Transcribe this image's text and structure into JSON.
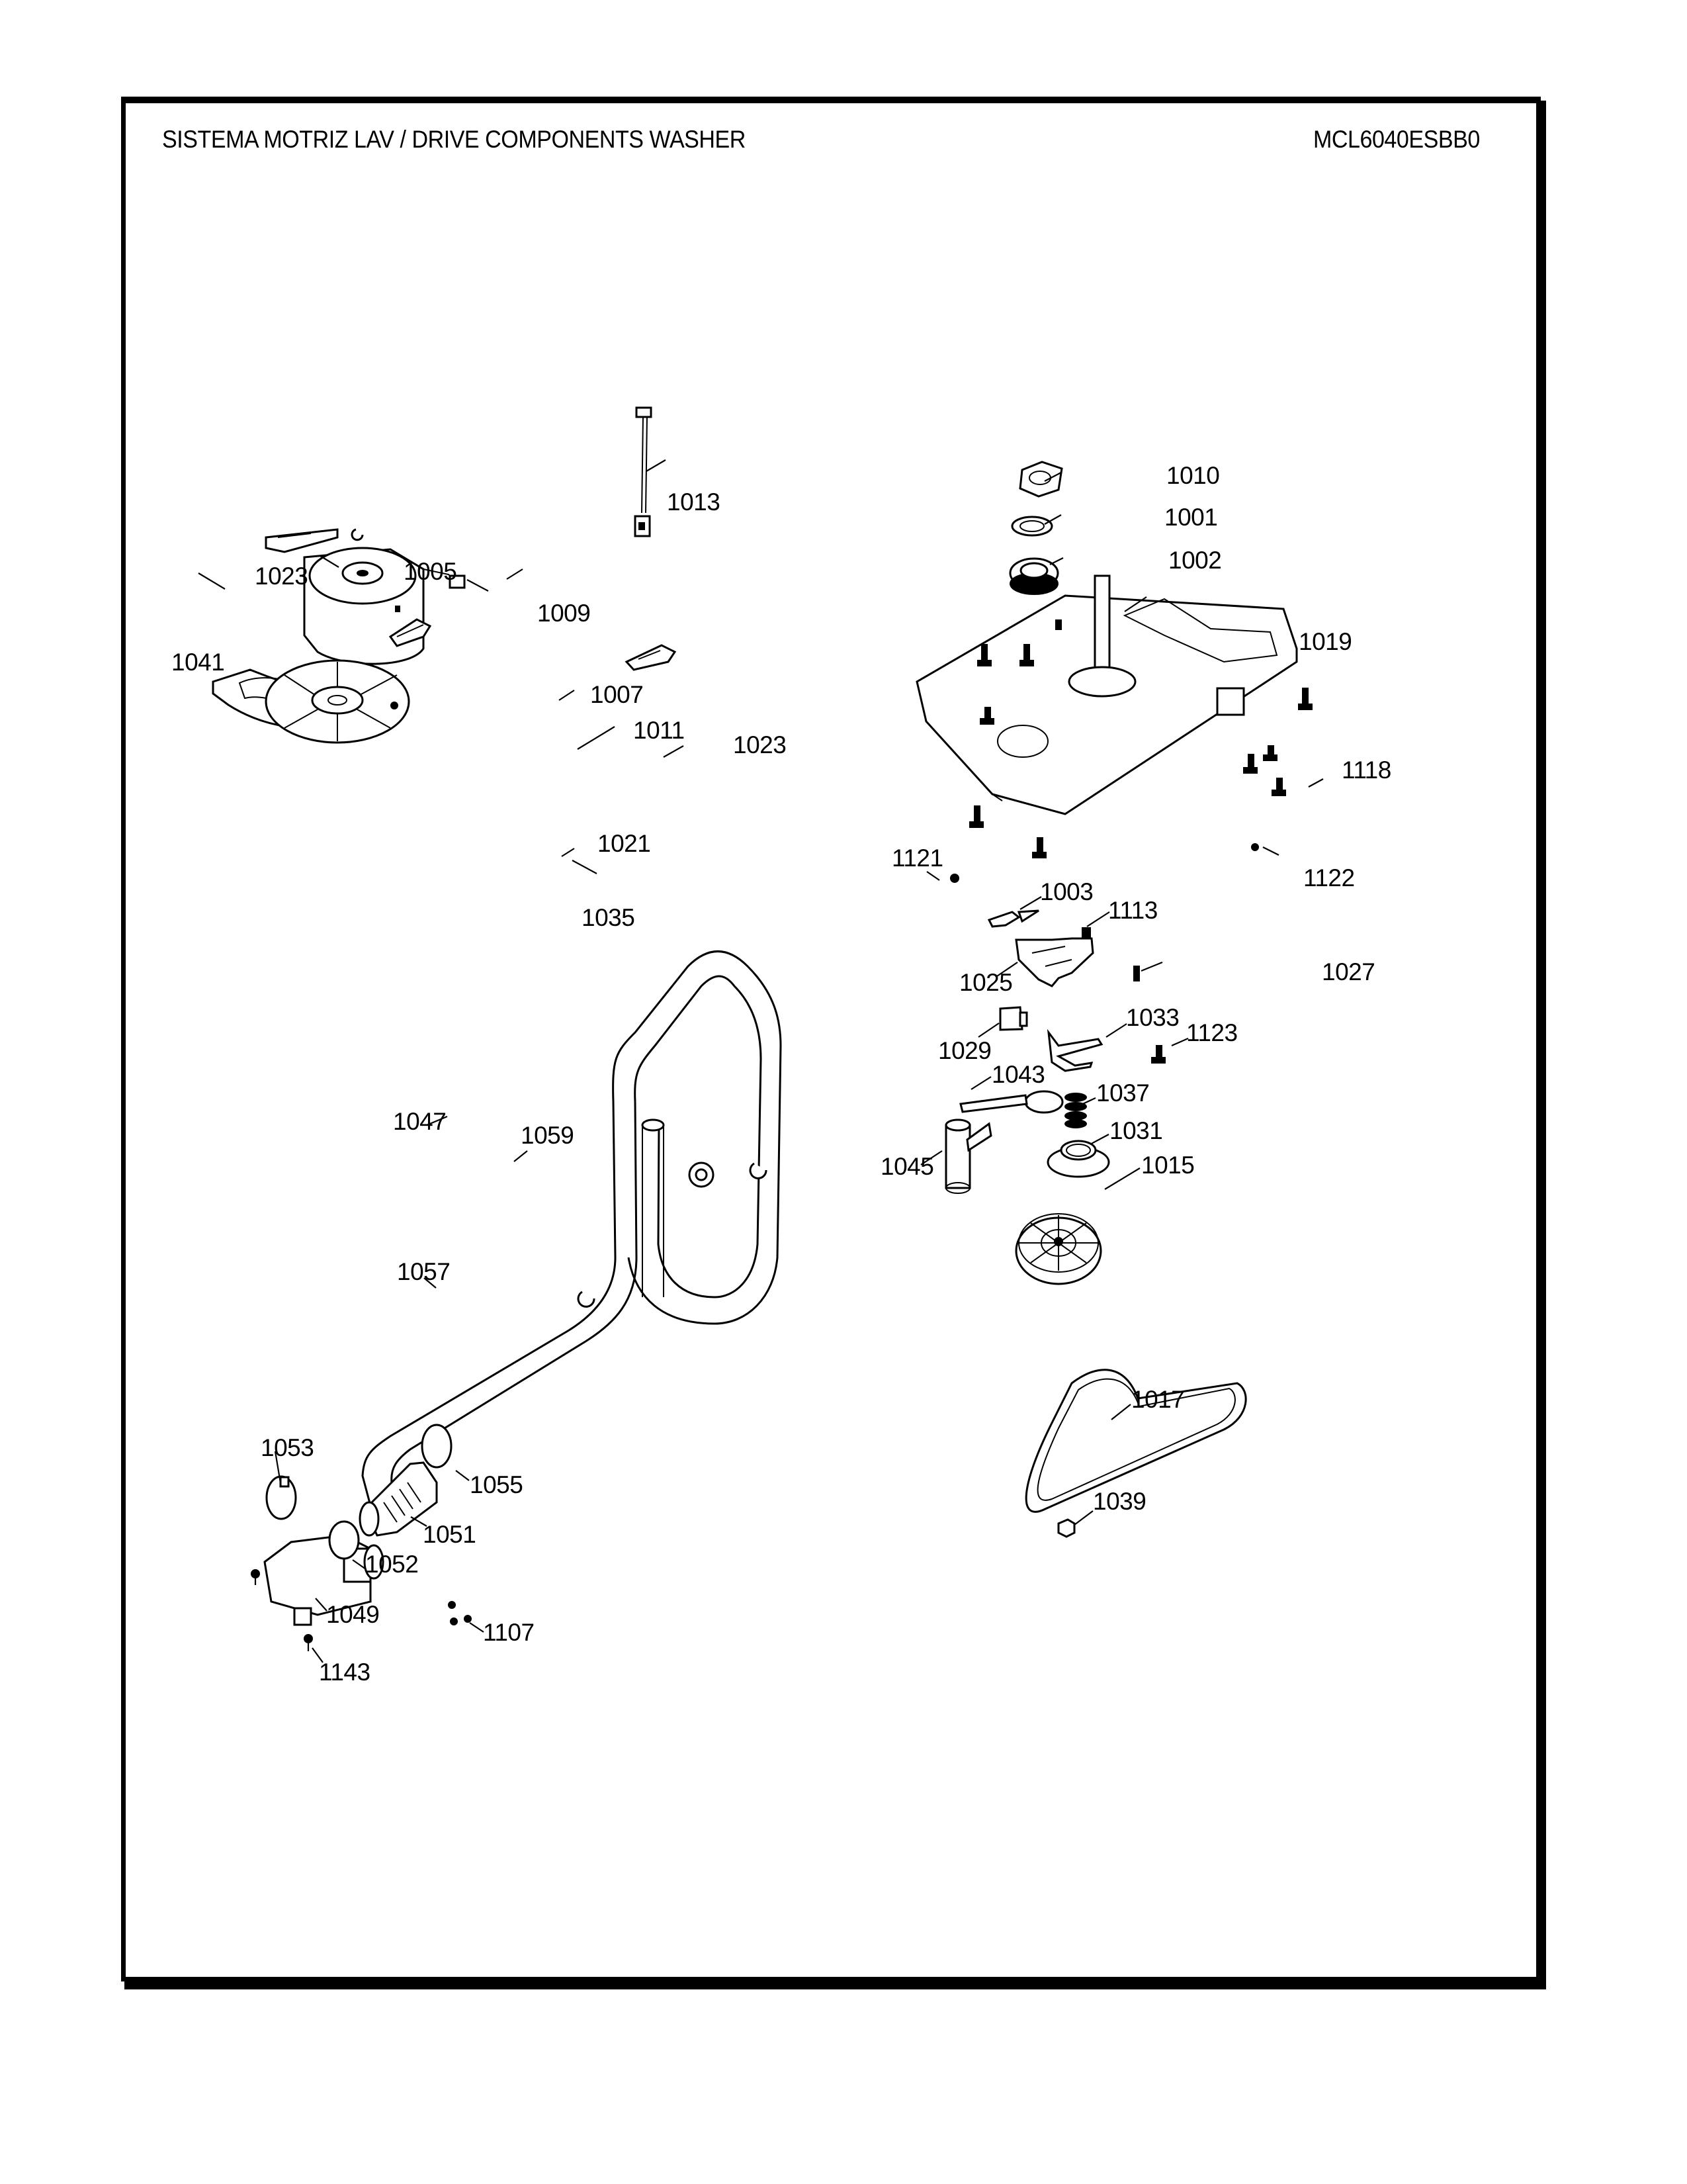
{
  "header": {
    "title": "SISTEMA MOTRIZ LAV / DRIVE COMPONENTS WASHER",
    "model": "MCL6040ESBB0"
  },
  "parts": [
    {
      "id": "1001",
      "icon": "washer-ring-icon"
    },
    {
      "id": "1002",
      "icon": "bearing-seal-icon"
    },
    {
      "id": "1003",
      "icon": "bracket-clip-icon"
    },
    {
      "id": "1005",
      "icon": "wire-clip-icon"
    },
    {
      "id": "1007",
      "icon": "small-clip-icon"
    },
    {
      "id": "1009",
      "icon": "motor-icon"
    },
    {
      "id": "1010",
      "icon": "hex-nut-icon"
    },
    {
      "id": "1011",
      "icon": "motor-bracket-icon"
    },
    {
      "id": "1013",
      "icon": "sensor-harness-icon"
    },
    {
      "id": "1015",
      "icon": "pulley-icon"
    },
    {
      "id": "1017",
      "icon": "drive-belt-icon"
    },
    {
      "id": "1019",
      "icon": "mounting-plate-icon"
    },
    {
      "id": "1021",
      "icon": "small-nut-icon"
    },
    {
      "id": "1023",
      "icon": "pad-icon"
    },
    {
      "id": "1025",
      "icon": "shifter-assembly-icon"
    },
    {
      "id": "1027",
      "icon": "spring-icon"
    },
    {
      "id": "1029",
      "icon": "actuator-icon"
    },
    {
      "id": "1031",
      "icon": "coupling-gear-icon"
    },
    {
      "id": "1033",
      "icon": "shift-fork-icon"
    },
    {
      "id": "1035",
      "icon": "fan-icon"
    },
    {
      "id": "1037",
      "icon": "coil-spring-icon"
    },
    {
      "id": "1039",
      "icon": "pulley-nut-icon"
    },
    {
      "id": "1041",
      "icon": "counterweight-icon"
    },
    {
      "id": "1043",
      "icon": "strap-clamp-icon"
    },
    {
      "id": "1045",
      "icon": "capacitor-icon"
    },
    {
      "id": "1047",
      "icon": "drain-hose-icon"
    },
    {
      "id": "1049",
      "icon": "drain-pump-icon"
    },
    {
      "id": "1051",
      "icon": "bellows-hose-icon"
    },
    {
      "id": "1052",
      "icon": "hose-clamp-icon"
    },
    {
      "id": "1053",
      "icon": "hose-clamp-icon"
    },
    {
      "id": "1055",
      "icon": "hose-clamp-icon"
    },
    {
      "id": "1057",
      "icon": "hose-clip-icon"
    },
    {
      "id": "1059",
      "icon": "hose-retainer-icon"
    },
    {
      "id": "1107",
      "icon": "screw-icon"
    },
    {
      "id": "1113",
      "icon": "screw-icon"
    },
    {
      "id": "1118",
      "icon": "screw-icon"
    },
    {
      "id": "1121",
      "icon": "screw-icon"
    },
    {
      "id": "1122",
      "icon": "screw-icon"
    },
    {
      "id": "1123",
      "icon": "screw-icon"
    },
    {
      "id": "1143",
      "icon": "screw-icon"
    }
  ],
  "callouts": [
    {
      "label": "1013"
    },
    {
      "label": "1023"
    },
    {
      "label": "1005"
    },
    {
      "label": "1009"
    },
    {
      "label": "1041"
    },
    {
      "label": "1007"
    },
    {
      "label": "1011"
    },
    {
      "label": "1023"
    },
    {
      "label": "1021"
    },
    {
      "label": "1035"
    },
    {
      "label": "1010"
    },
    {
      "label": "1001"
    },
    {
      "label": "1002"
    },
    {
      "label": "1019"
    },
    {
      "label": "1118"
    },
    {
      "label": "1121"
    },
    {
      "label": "1122"
    },
    {
      "label": "1003"
    },
    {
      "label": "1113"
    },
    {
      "label": "1027"
    },
    {
      "label": "1025"
    },
    {
      "label": "1033"
    },
    {
      "label": "1029"
    },
    {
      "label": "1123"
    },
    {
      "label": "1043"
    },
    {
      "label": "1037"
    },
    {
      "label": "1031"
    },
    {
      "label": "1015"
    },
    {
      "label": "1045"
    },
    {
      "label": "1017"
    },
    {
      "label": "1039"
    },
    {
      "label": "1047"
    },
    {
      "label": "1059"
    },
    {
      "label": "1057"
    },
    {
      "label": "1053"
    },
    {
      "label": "1055"
    },
    {
      "label": "1051"
    },
    {
      "label": "1052"
    },
    {
      "label": "1049"
    },
    {
      "label": "1107"
    },
    {
      "label": "1143"
    }
  ]
}
